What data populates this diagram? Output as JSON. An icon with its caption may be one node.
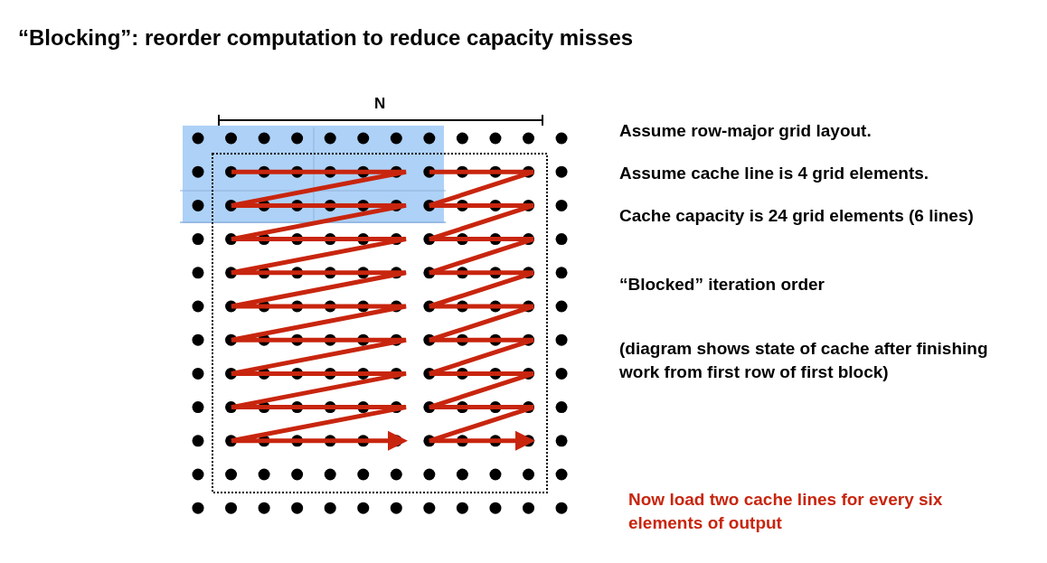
{
  "diagram": {
    "title": "“Blocking”: reorder computation to reduce capacity misses",
    "labels": [
      "N",
      "Assume row-major grid layout.",
      "Assume cache line is 4 grid elements.",
      "Cache capacity is 24 grid elements (6 lines)",
      "“Blocked” iteration order",
      "(diagram shows state of cache after finishing work from first row of first block)",
      "Now load two cache lines for every six elements of output"
    ]
  }
}
